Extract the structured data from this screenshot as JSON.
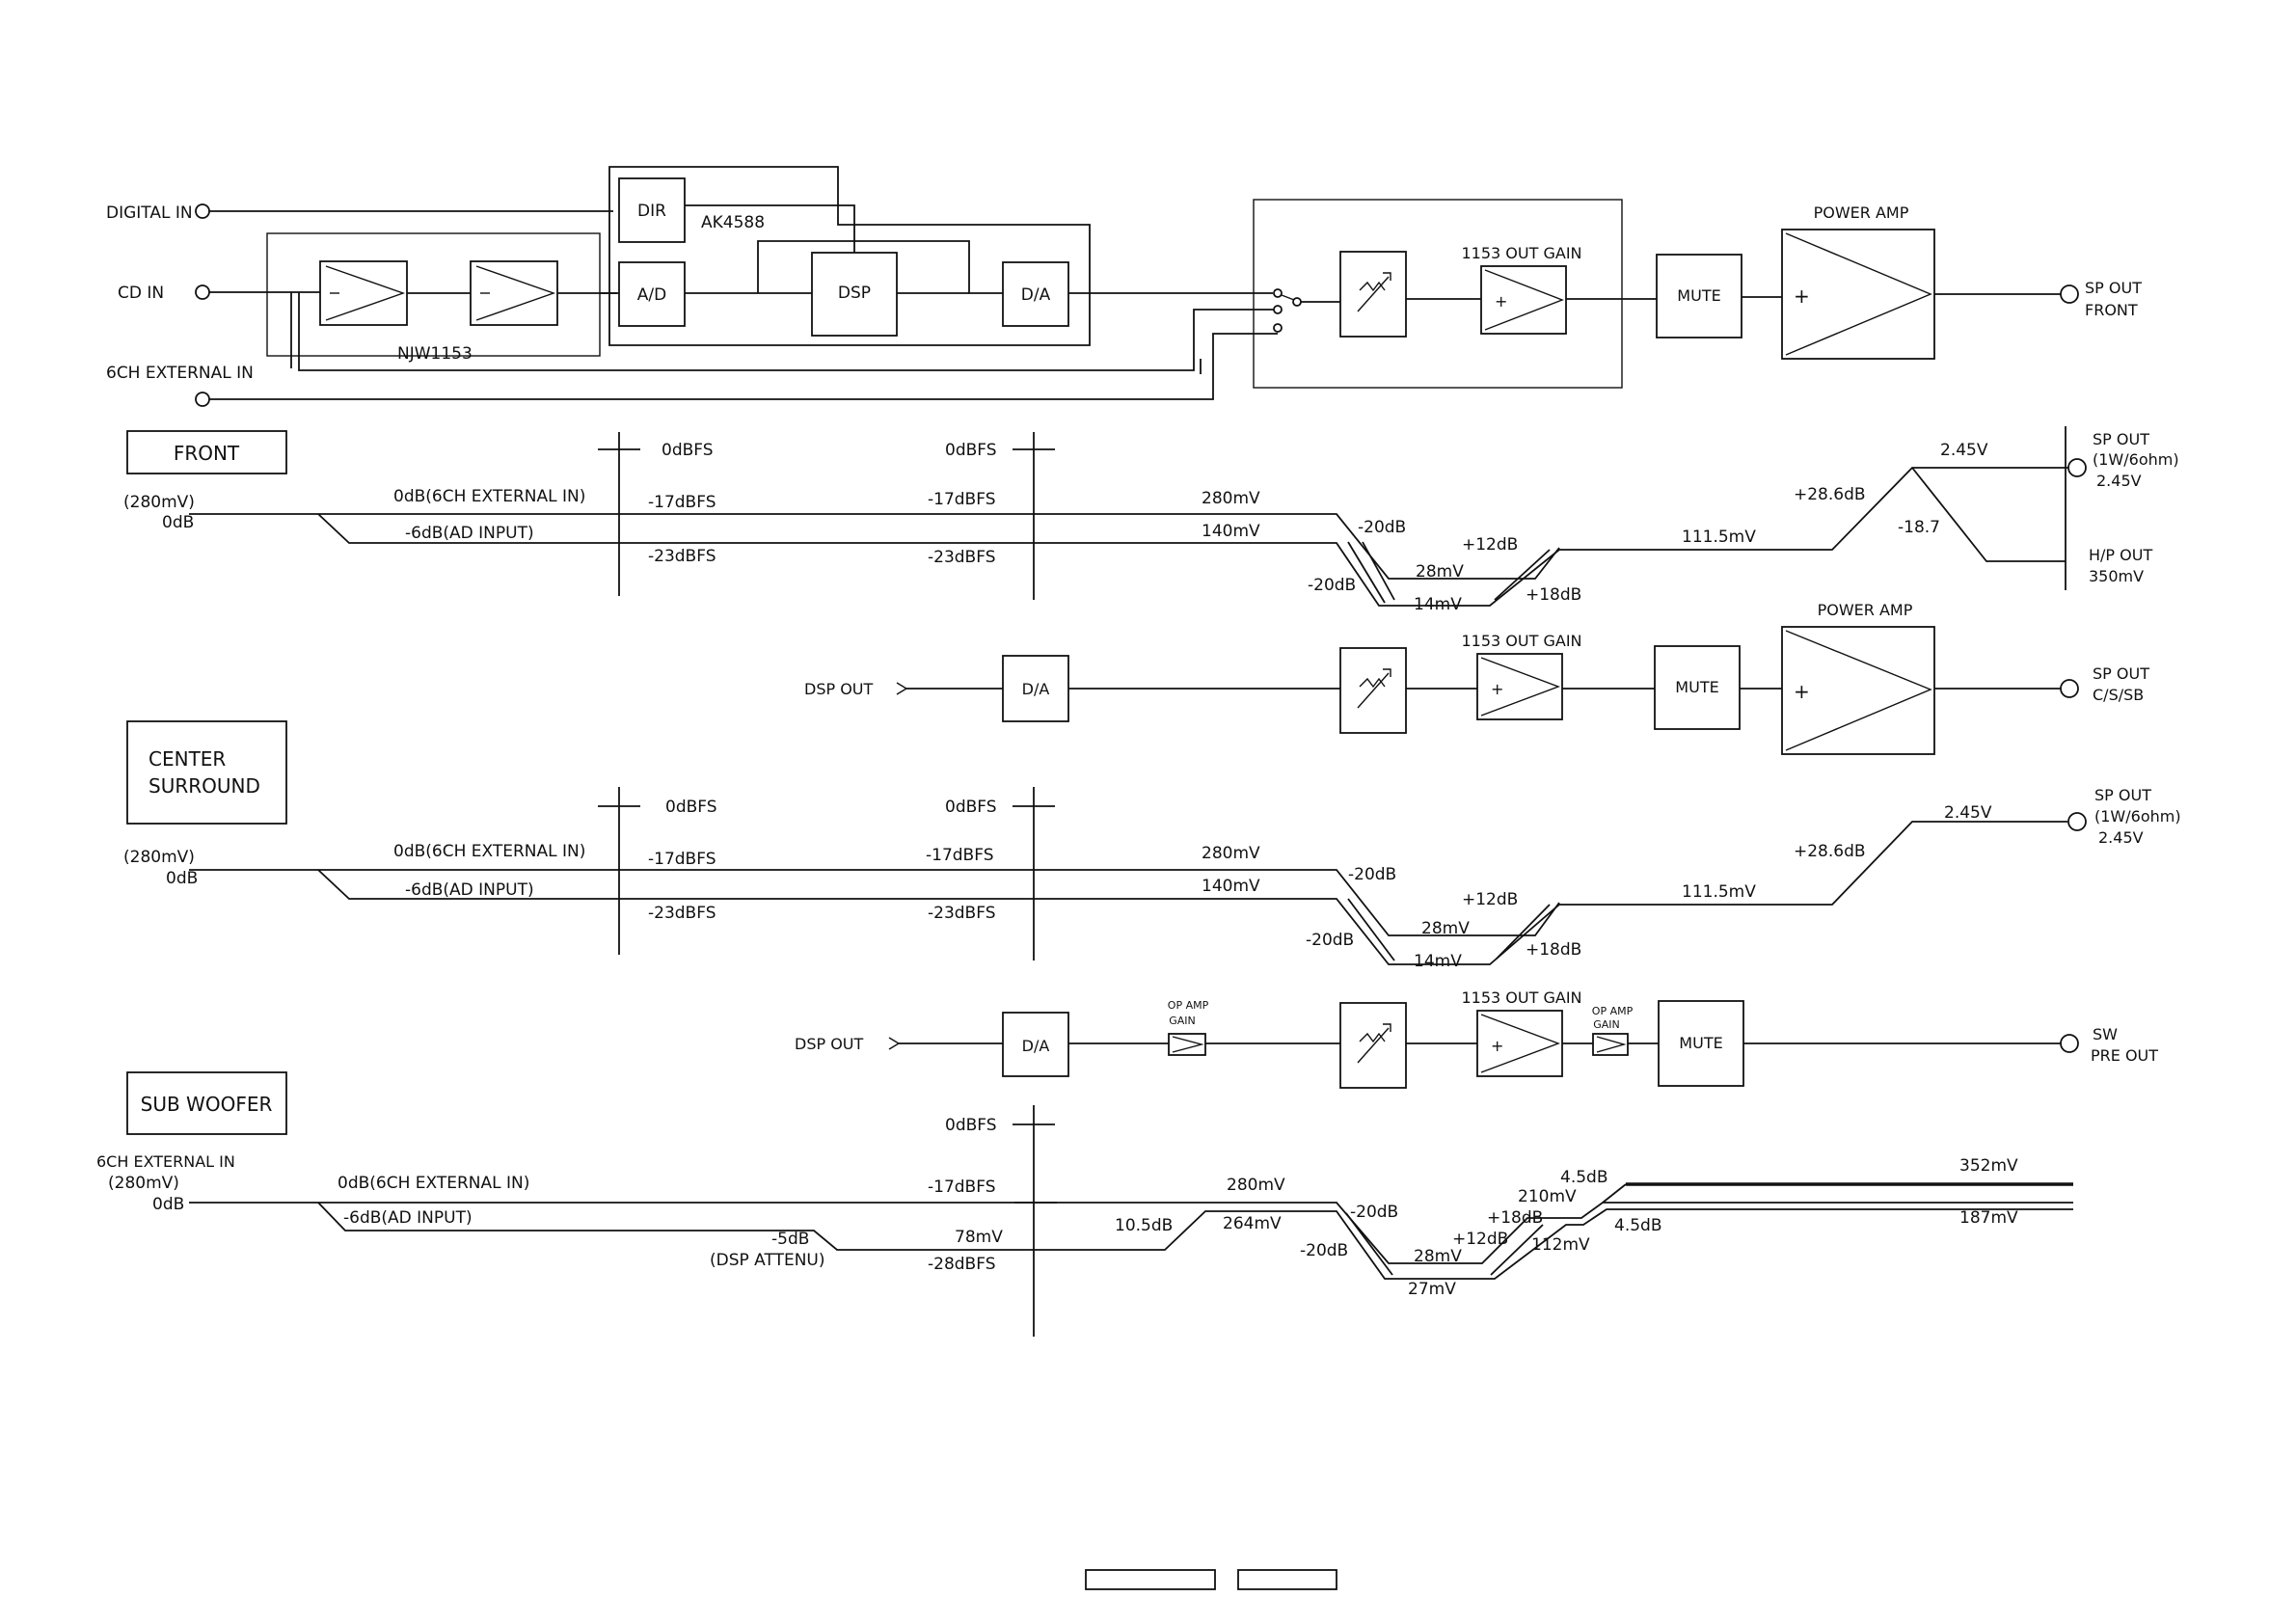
{
  "front_block": {
    "digital_in": "DIGITAL IN",
    "cd_in": "CD IN",
    "ext_in": "6CH EXTERNAL IN",
    "njw": "NJW1153",
    "ak": "AK4588",
    "dir": "DIR",
    "ad": "A/D",
    "dsp": "DSP",
    "da": "D/A",
    "out_gain": "1153 OUT GAIN",
    "mute": "MUTE",
    "power_amp": "POWER AMP",
    "sp_out_1": "SP OUT",
    "sp_out_2": "FRONT"
  },
  "front_level": {
    "title": "FRONT",
    "in_1": "(280mV)",
    "in_2": "0dB",
    "path_ext": "0dB(6CH EXTERNAL IN)",
    "path_ad": "-6dB(AD INPUT)",
    "dbfs0_a": "0dBFS",
    "dbfs17_a": "-17dBFS",
    "dbfs23_a": "-23dBFS",
    "dbfs0_b": "0dBFS",
    "dbfs17_b": "-17dBFS",
    "dbfs23_b": "-23dBFS",
    "mv280": "280mV",
    "mv140": "140mV",
    "db20_top": "-20dB",
    "db20_bot": "-20dB",
    "mv28": "28mV",
    "mv14": "14mV",
    "db12": "+12dB",
    "db18": "+18dB",
    "mv111": "111.5mV",
    "db286": "+28.6dB",
    "v245": "2.45V",
    "db187": "-18.7",
    "sp1": "SP OUT",
    "sp2": "(1W/6ohm)",
    "sp3": "2.45V",
    "hp1": "H/P OUT",
    "hp2": "350mV"
  },
  "center_block": {
    "dsp_out": "DSP OUT",
    "da": "D/A",
    "out_gain": "1153 OUT GAIN",
    "mute": "MUTE",
    "power_amp": "POWER AMP",
    "sp_out_1": "SP OUT",
    "sp_out_2": "C/S/SB"
  },
  "center_level": {
    "title_1": "CENTER",
    "title_2": "SURROUND",
    "in_1": "(280mV)",
    "in_2": "0dB",
    "path_ext": "0dB(6CH EXTERNAL IN)",
    "path_ad": "-6dB(AD INPUT)",
    "dbfs0_a": "0dBFS",
    "dbfs17_a": "-17dBFS",
    "dbfs23_a": "-23dBFS",
    "dbfs0_b": "0dBFS",
    "dbfs17_b": "-17dBFS",
    "dbfs23_b": "-23dBFS",
    "mv280": "280mV",
    "mv140": "140mV",
    "db20_top": "-20dB",
    "db20_bot": "-20dB",
    "mv28": "28mV",
    "mv14": "14mV",
    "db12": "+12dB",
    "db18": "+18dB",
    "mv111": "111.5mV",
    "db286": "+28.6dB",
    "v245": "2.45V",
    "sp1": "SP OUT",
    "sp2": "(1W/6ohm)",
    "sp3": "2.45V"
  },
  "sw_block": {
    "dsp_out": "DSP OUT",
    "da": "D/A",
    "op_amp_1": "OP AMP",
    "op_amp_2": "GAIN",
    "out_gain": "1153 OUT GAIN",
    "op_amp2_1": "OP AMP",
    "op_amp2_2": "GAIN",
    "mute": "MUTE",
    "sw_1": "SW",
    "sw_2": "PRE OUT"
  },
  "sw_level": {
    "title": "SUB WOOFER",
    "in_0": "6CH EXTERNAL IN",
    "in_1": "(280mV)",
    "in_2": "0dB",
    "path_ext": "0dB(6CH EXTERNAL IN)",
    "path_ad": "-6dB(AD INPUT)",
    "db5": "-5dB",
    "dsp_att": "(DSP ATTENU)",
    "dbfs0": "0dBFS",
    "dbfs17": "-17dBFS",
    "mv78": "78mV",
    "dbfs28": "-28dBFS",
    "db105": "10.5dB",
    "mv280": "280mV",
    "mv264": "264mV",
    "db20_top": "-20dB",
    "db20_bot": "-20dB",
    "mv28": "28mV",
    "mv27": "27mV",
    "db12": "+12dB",
    "db18": "+18dB",
    "mv210": "210mV",
    "mv112": "112mV",
    "db45_top": "4.5dB",
    "db45_bot": "4.5dB",
    "mv352": "352mV",
    "mv187": "187mV"
  }
}
